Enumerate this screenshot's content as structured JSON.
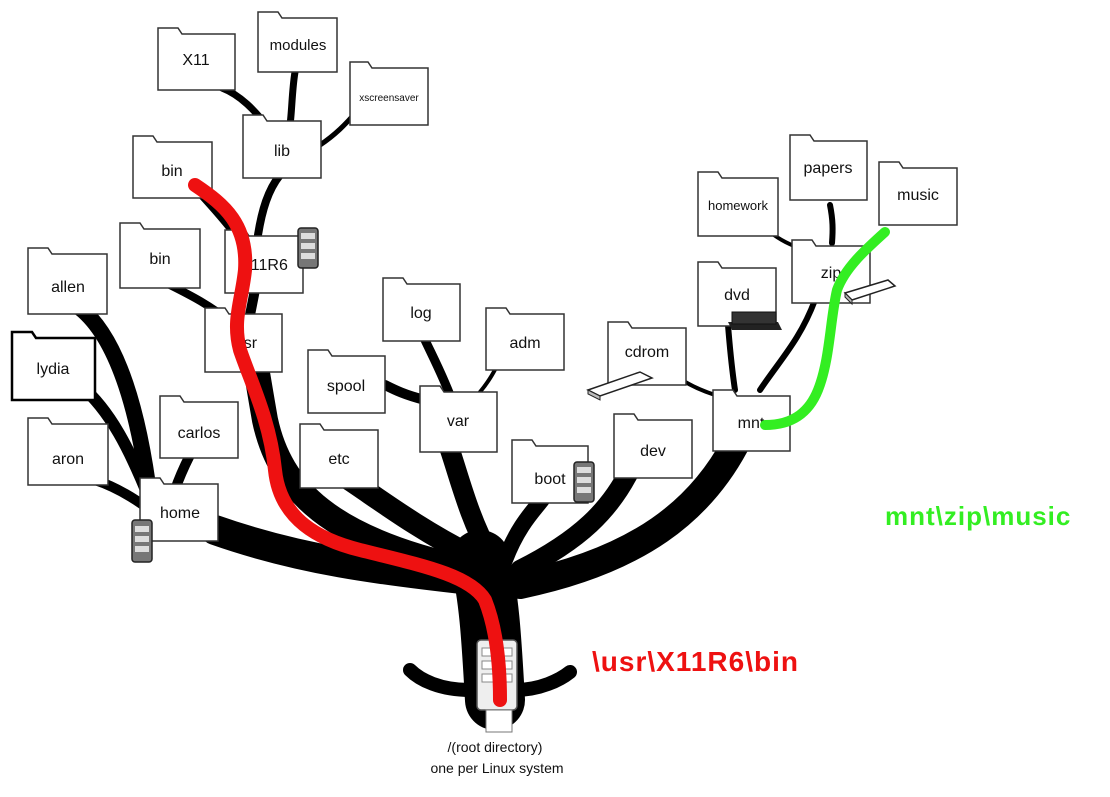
{
  "colors": {
    "branch": "#000000",
    "folder_fill": "#ffffff",
    "folder_stroke": "#333333",
    "red_path": "#ee1111",
    "green_path": "#33ee22"
  },
  "folders": {
    "x11": "X11",
    "modules": "modules",
    "xscreensaver": "xscreensaver",
    "lib": "lib",
    "bin_top": "bin",
    "x11r6": "X11R6",
    "bin_mid": "bin",
    "usr": "usr",
    "allen": "allen",
    "lydia": "lydia",
    "aron": "aron",
    "carlos": "carlos",
    "home": "home",
    "log": "log",
    "adm": "adm",
    "spool": "spool",
    "var": "var",
    "etc": "etc",
    "boot": "boot",
    "cdrom": "cdrom",
    "dev": "dev",
    "dvd": "dvd",
    "mnt": "mnt",
    "homework": "homework",
    "papers": "papers",
    "music": "music",
    "zip": "zip"
  },
  "root_caption": {
    "line1": "/(root directory)",
    "line2": "one per Linux system"
  },
  "path_labels": {
    "red": "\\usr\\X11R6\\bin",
    "green": "mnt\\zip\\music"
  },
  "icons": {
    "server": "server-icon",
    "usb_drive": "usb-drive-icon",
    "dvd_drive": "dvd-drive-icon",
    "zip_drive": "zip-drive-icon"
  }
}
